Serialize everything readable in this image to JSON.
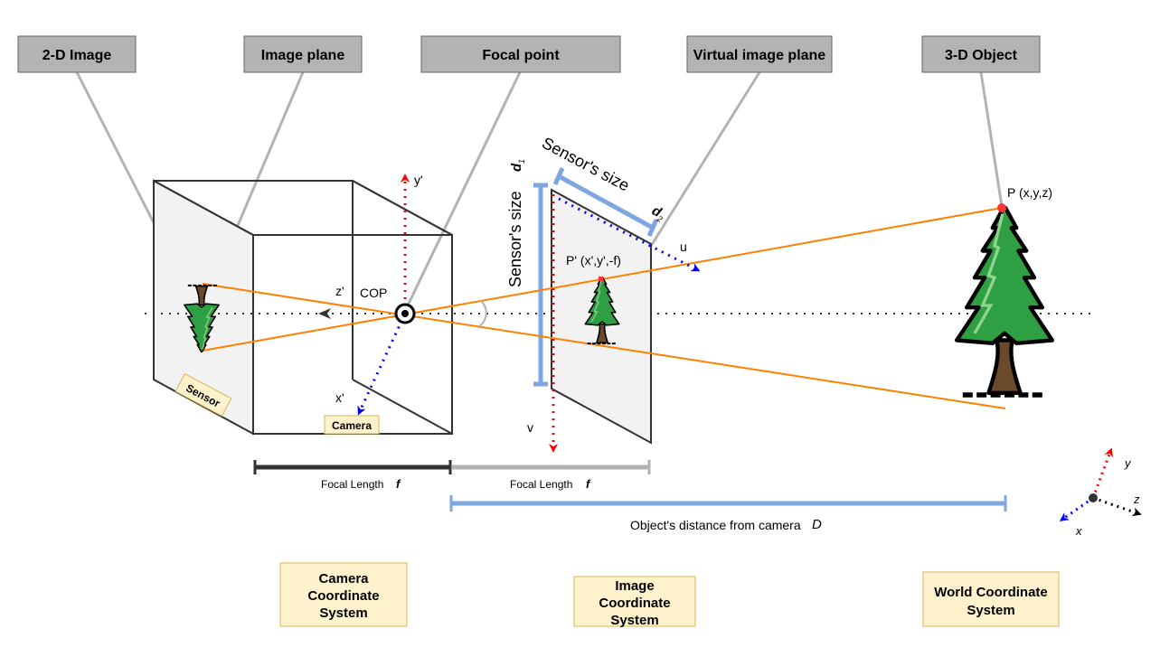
{
  "callouts": {
    "image_2d": "2-D Image",
    "image_plane": "Image plane",
    "focal_point": "Focal point",
    "virtual_image_plane": "Virtual image plane",
    "object_3d": "3-D Object"
  },
  "labels": {
    "sensor": "Sensor",
    "camera": "Camera",
    "cop": "COP",
    "y_prime": "y'",
    "z_prime": "z'",
    "x_prime": "x'",
    "u": "u",
    "v": "v",
    "p_prime": "P' (x',y',-f)",
    "p": "P (x,y,z)",
    "sensor_size_h": "Sensor's size",
    "sensor_size_v": "Sensor's size",
    "d1": "d",
    "d1_sub": "1",
    "d2": "d",
    "d2_sub": "2",
    "focal_length_1": "Focal Length",
    "focal_length_2": "Focal Length",
    "f_symbol_1": "f",
    "f_symbol_2": "f",
    "distance": "Object's distance from camera",
    "distance_symbol": "D",
    "axis_y": "y",
    "axis_z": "z",
    "axis_x": "x"
  },
  "systems": {
    "camera": [
      "Camera",
      "Coordinate",
      "System"
    ],
    "image": [
      "Image",
      "Coordinate",
      "System"
    ],
    "world": [
      "World Coordinate",
      "System"
    ]
  },
  "colors": {
    "callout_fill": "#b3b3b3",
    "callout_stroke": "#666666",
    "note_fill": "#fff2cc",
    "note_stroke": "#d6b656",
    "orange": "#ff8000",
    "red": "#ff0000",
    "blue": "#0000ff",
    "light_blue": "#7ea6e0",
    "tree_green": "#2ea043",
    "trunk": "#6b4a2b",
    "plane_fill": "#f2f2f2"
  }
}
